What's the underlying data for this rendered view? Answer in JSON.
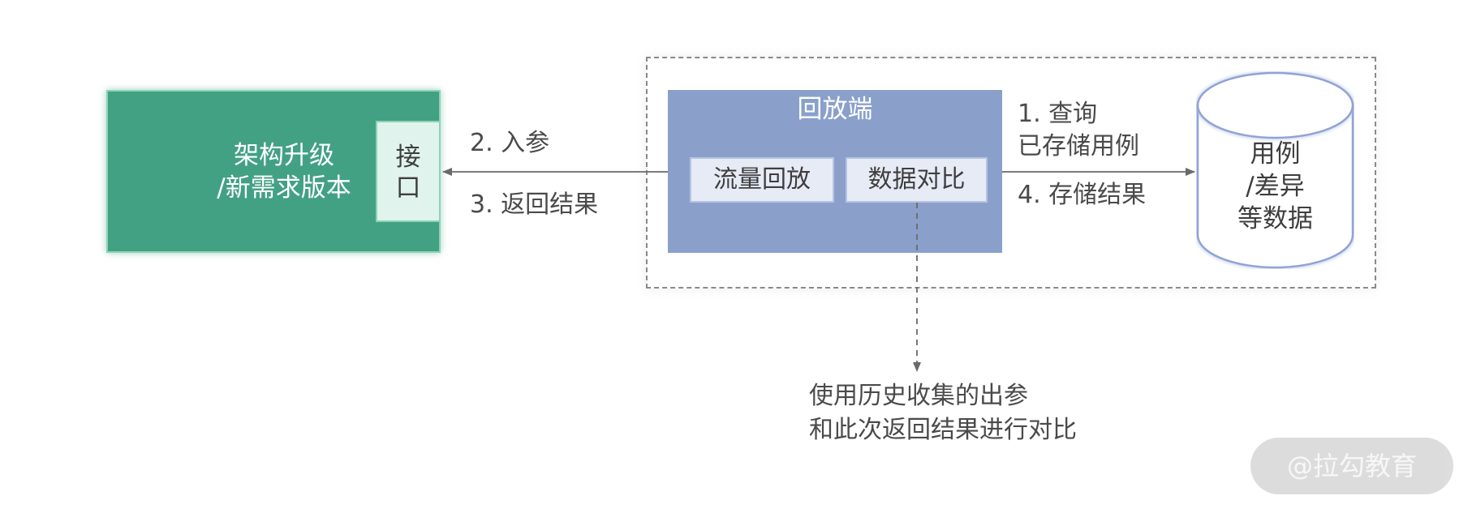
{
  "system": {
    "label": "架构升级\n/新需求版本",
    "interface_label": "接\n口"
  },
  "replay": {
    "title": "回放端",
    "traffic_replay": "流量回放",
    "data_compare": "数据对比"
  },
  "database": {
    "label": "用例\n/差异\n等数据"
  },
  "edges": {
    "input_params": "2. 入参",
    "return_result": "3. 返回结果",
    "query_cases": "1. 查询\n已存储用例",
    "store_result": "4. 存储结果"
  },
  "note": "使用历史收集的出参\n和此次返回结果进行对比",
  "watermark": "@拉勾教育",
  "colors": {
    "system_green": "#43a183",
    "interface_fill": "#e0f3ec",
    "replay_blue": "#8aa0cb",
    "inner_box_fill": "#e6ebf6",
    "cylinder_stroke": "#8fa3d6",
    "dashed_border": "#8a8a8a",
    "arrow": "#6a6a6a"
  }
}
